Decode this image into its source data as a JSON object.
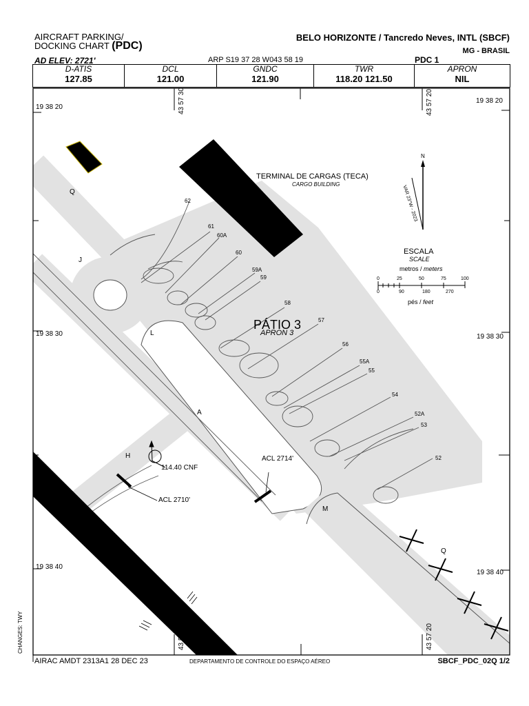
{
  "header": {
    "chart_title_line1": "AIRCRAFT PARKING/",
    "chart_title_line2": "DOCKING CHART",
    "chart_code": "(PDC)",
    "aerodrome": "BELO HORIZONTE / Tancredo Neves, INTL (SBCF)",
    "state": "MG - BRASIL",
    "elevation": "AD ELEV: 2721'",
    "arp": "ARP S19 37 28 W043 58 19",
    "sheet": "PDC 1"
  },
  "frequencies": [
    {
      "label": "D-ATIS",
      "value": "127.85"
    },
    {
      "label": "DCL",
      "value": "121.00"
    },
    {
      "label": "GNDC",
      "value": "121.90"
    },
    {
      "label": "TWR",
      "value": "118.20 121.50"
    },
    {
      "label": "APRON",
      "value": "NIL"
    }
  ],
  "grid": {
    "lat_top": "19 38 20",
    "lat_mid": "19 38 30",
    "lat_bot": "19 38 40",
    "lon": "43 57 30",
    "lon_right": "43 57 20"
  },
  "map": {
    "building_name": "TERMINAL DE CARGAS (TECA)",
    "building_sub": "CARGO BUILDING",
    "apron_name": "PÁTIO 3",
    "apron_sub": "APRON 3",
    "taxiways": {
      "q_top": "Q",
      "j": "J",
      "l": "L",
      "a": "A",
      "h": "H",
      "m": "M",
      "q_bottom": "Q"
    },
    "vor_label": "114.40 CNF",
    "acl1": "ACL 2714'",
    "acl2": "ACL 2710'",
    "north": "N",
    "variation": "VAR 23°W - 2023",
    "stands": [
      "62",
      "61",
      "60A",
      "60",
      "59A",
      "59",
      "58",
      "57",
      "56",
      "55A",
      "55",
      "54",
      "52A",
      "53",
      "52"
    ]
  },
  "scale": {
    "title": "ESCALA",
    "title_en": "SCALE",
    "meters_label": "metros /",
    "meters_label_en": "meters",
    "feet_label": "pés /",
    "feet_label_en": "feet",
    "meter_ticks": [
      "0",
      "25",
      "50",
      "75",
      "100"
    ],
    "feet_ticks": [
      "0",
      "90",
      "180",
      "270"
    ]
  },
  "footer": {
    "side_note": "CHANGES: TWY",
    "airac": "AIRAC AMDT 2313A1 28 DEC 23",
    "agency": "DEPARTAMENTO DE CONTROLE DO ESPAÇO AÉREO",
    "chart_id": "SBCF_PDC_02Q 1/2"
  }
}
